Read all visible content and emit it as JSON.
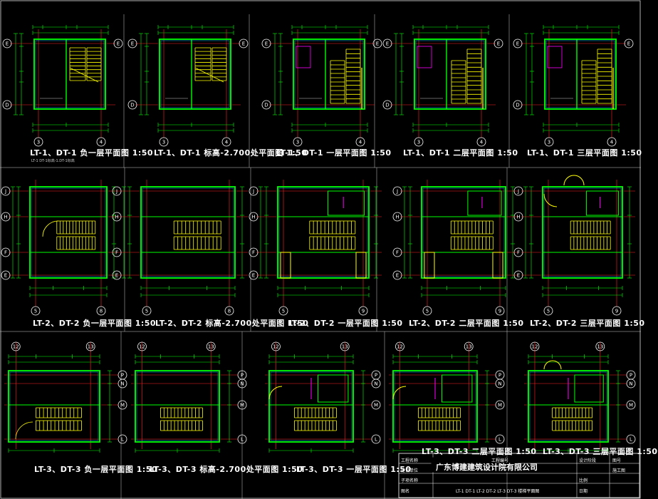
{
  "colors": {
    "background": "#000000",
    "wall": "#00ff00",
    "axis": "#ff2020",
    "stair": "#ffff00",
    "dim": "#00ff00",
    "text": "#ffffff",
    "room": "#ff00ff",
    "frame": "#ffffff",
    "cyan": "#00bfff"
  },
  "panels": [
    {
      "title": "LT-1、DT-1 负一层平面图 1:50",
      "subtitle": "LT-1 DT-1标高-1.DT-1标高",
      "grid_top": [
        "E",
        "D"
      ],
      "grid_bottom": [
        "3",
        "4"
      ]
    },
    {
      "title": "LT-1、DT-1 标高-2.700处平面图 1:50",
      "subtitle": "",
      "grid_top": [
        "E",
        "D"
      ],
      "grid_bottom": [
        "3",
        "4"
      ]
    },
    {
      "title": "LT-1、DT-1 一层平面图 1:50",
      "subtitle": "",
      "grid_top": [
        "E",
        "D"
      ],
      "grid_bottom": [
        "3",
        "4"
      ]
    },
    {
      "title": "LT-1、DT-1 二层平面图 1:50",
      "subtitle": "",
      "grid_top": [
        "E",
        "D"
      ],
      "grid_bottom": [
        "3",
        "4"
      ]
    },
    {
      "title": "LT-1、DT-1 三层平面图 1:50",
      "subtitle": "",
      "grid_top": [
        "E",
        "D"
      ],
      "grid_bottom": [
        "3",
        "4"
      ]
    },
    {
      "title": "LT-2、DT-2 负一层平面图 1:50",
      "subtitle": "",
      "grid_top": [
        "J",
        "H",
        "F",
        "E"
      ],
      "grid_bottom": [
        "5",
        "8"
      ]
    },
    {
      "title": "LT-2、DT-2 标高-2.700处平面图 1:50",
      "subtitle": "",
      "grid_top": [
        "J",
        "H",
        "F",
        "E"
      ],
      "grid_bottom": [
        "5",
        "8"
      ]
    },
    {
      "title": "LT-2、DT-2 一层平面图 1:50",
      "subtitle": "",
      "grid_top": [
        "J",
        "H",
        "F",
        "E"
      ],
      "grid_bottom": [
        "5",
        "9"
      ]
    },
    {
      "title": "LT-2、DT-2 二层平面图 1:50",
      "subtitle": "",
      "grid_top": [
        "J",
        "H",
        "F",
        "E"
      ],
      "grid_bottom": [
        "5",
        "9"
      ]
    },
    {
      "title": "LT-2、DT-2 三层平面图 1:50",
      "subtitle": "",
      "grid_top": [
        "J",
        "H",
        "F",
        "E"
      ],
      "grid_bottom": [
        "5",
        "9"
      ]
    },
    {
      "title": "LT-3、DT-3 负一层平面图 1:50",
      "subtitle": "",
      "grid_top": [
        "12",
        "13"
      ],
      "grid_side": [
        "P",
        "N",
        "M",
        "L"
      ]
    },
    {
      "title": "LT-3、DT-3 标高-2.700处平面图 1:50",
      "subtitle": "",
      "grid_top": [
        "12",
        "13"
      ],
      "grid_side": [
        "P",
        "N",
        "M",
        "L"
      ]
    },
    {
      "title": "LT-3、DT-3 一层平面图 1:50",
      "subtitle": "",
      "grid_top": [
        "12",
        "13"
      ],
      "grid_side": [
        "P",
        "N",
        "M",
        "L"
      ]
    },
    {
      "title": "LT-3、DT-3 二层平面图 1:50",
      "subtitle": "",
      "grid_top": [
        "12",
        "13"
      ],
      "grid_side": [
        "P",
        "N",
        "M",
        "L"
      ]
    },
    {
      "title": "LT-3、DT-3 三层平面图 1:50",
      "subtitle": "",
      "grid_top": [
        "12",
        "13"
      ],
      "grid_side": [
        "P",
        "N",
        "M",
        "L"
      ]
    }
  ],
  "title_block": {
    "company": "广东博建建筑设计院有限公司",
    "cells": [
      "工程名称",
      "工程编号",
      "设计阶段",
      "图号",
      "建设单位",
      "施工图",
      "子项名称",
      "比例",
      "图名",
      "日期",
      "LT-1 DT-1 LT-2 DT-2 LT-3 DT-3 楼梯平面图"
    ]
  }
}
